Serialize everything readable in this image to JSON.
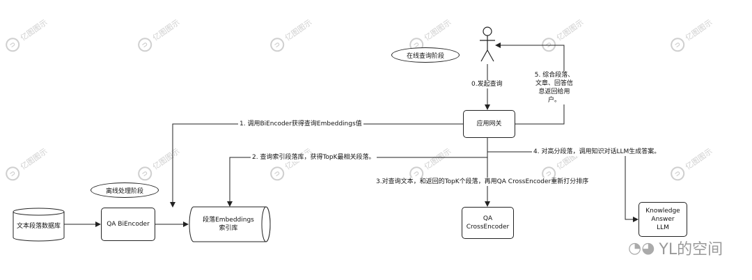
{
  "nodes": {
    "user_icon": "user-figure-icon",
    "gateway": "应用网关",
    "text_db": "文本段落数据库",
    "bi_encoder": "QA BiEncoder",
    "index_lines": [
      "段落Embeddings",
      "索引库"
    ],
    "cross_encoder_lines": [
      "QA",
      "CrossEncoder"
    ],
    "llm_lines": [
      "Knowledge",
      "Answer",
      "LLM"
    ]
  },
  "phases": {
    "online": "在线查询阶段",
    "offline": "离线处理阶段"
  },
  "steps": {
    "s0": "0.发起查询",
    "s1": "1. 调用BiEncoder获得查询Embeddings值",
    "s2": "2. 查询索引段落库，获得TopK最相关段落。",
    "s3": "3.对查询文本，和返回的TopK个段落，再用QA CrossEncoder重新打分排序",
    "s4": "4. 对高分段落，调用知识对话LLM生成答案。",
    "s5": "5. 综合段落、文章、回答信息返回给用户。"
  },
  "watermark": {
    "text": "亿图图示",
    "logo": "ⓒ"
  },
  "brand": {
    "icon": "wechat-icon",
    "text": "YL的空间"
  }
}
